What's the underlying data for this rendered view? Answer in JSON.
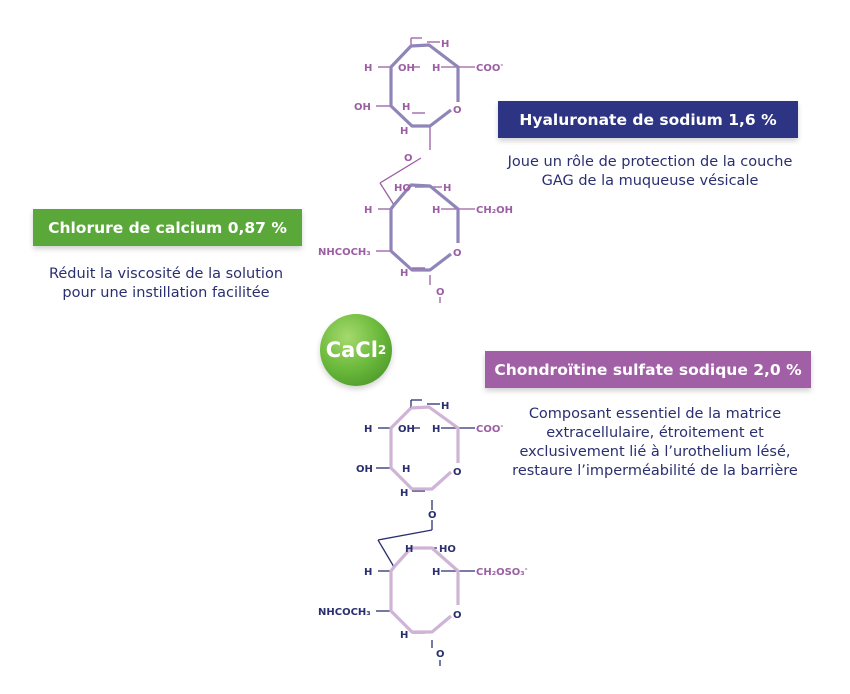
{
  "boxes": {
    "hyaluronate": {
      "label": "Hyaluronate de sodium 1,6 %",
      "color": "#2d3483",
      "lines": [
        "Joue un rôle de protection de la couche",
        "GAG de la muqueuse vésicale"
      ]
    },
    "calcium": {
      "label": "Chlorure de calcium 0,87 %",
      "color": "#5ba83a",
      "lines": [
        "Réduit la viscosité de la solution",
        "pour une instillation facilitée"
      ]
    },
    "chondroitin": {
      "label": "Chondroïtine sulfate sodique 2,0 %",
      "color": "#a15fa5",
      "lines": [
        "Composant essentiel de la matrice",
        "extracellulaire, étroitement et",
        "exclusivement lié à l’urothelium lésé,",
        "restaure l’imperméabilité de la barrière"
      ]
    }
  },
  "cacl2": {
    "prefix": "CaCl",
    "subscript": "2"
  },
  "molecule_top": {
    "ring1": {
      "H_top": "H",
      "H_left": "H",
      "OH_inner": "OH",
      "H_inner": "H",
      "coo": "COO",
      "coo_charge": "-",
      "OH_left": "OH",
      "H_mid": "H",
      "O_ring": "O",
      "H_bottom": "H"
    },
    "link_O": "O",
    "ring2": {
      "HO": "HO",
      "H_top": "H",
      "H_left": "H",
      "H_right": "H",
      "ch2oh": "CH₂OH",
      "nhcoch3": "NHCOCH₃",
      "O_ring": "O",
      "H_bottom": "H",
      "O_tail": "O"
    }
  },
  "molecule_bottom": {
    "ring1": {
      "H_top": "H",
      "H_left": "H",
      "OH_inner": "OH",
      "H_inner": "H",
      "coo": "COO",
      "coo_charge": "-",
      "OH_left": "OH",
      "H_mid": "H",
      "O_ring": "O",
      "H_bottom": "H"
    },
    "link_O": "O",
    "ring2": {
      "H_top": "H",
      "HO": "HO",
      "H_left": "H",
      "H_right": "H",
      "ch2oso3": "CH₂OSO₃",
      "ch2oso3_charge": "-",
      "nhcoch3": "NHCOCH₃",
      "O_ring": "O",
      "H_bottom": "H",
      "O_tail": "O"
    }
  },
  "colors": {
    "navy": "#2d3483",
    "purple": "#9c5ea3",
    "lilac": "#cfb4d6",
    "green": "#5ba83a",
    "text": "#2a2f6f"
  }
}
